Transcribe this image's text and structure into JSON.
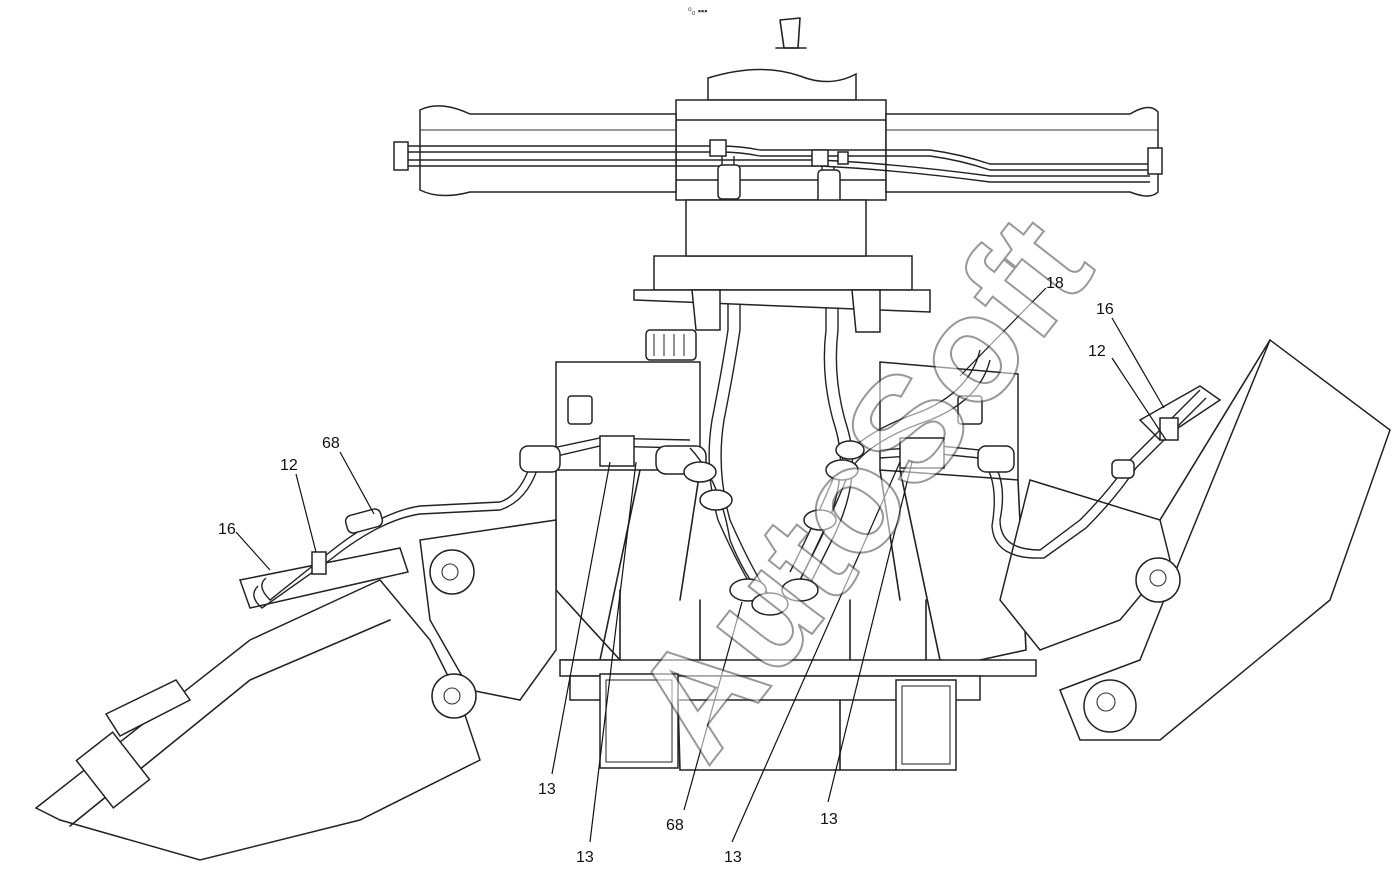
{
  "diagram": {
    "top_mark": "⁰₀ ▪▪▪",
    "watermark": "AutoSoft",
    "callouts": [
      {
        "id": "c-18",
        "label": "18"
      },
      {
        "id": "c-16-right",
        "label": "16"
      },
      {
        "id": "c-12-right",
        "label": "12"
      },
      {
        "id": "c-12-left",
        "label": "12"
      },
      {
        "id": "c-68-upper",
        "label": "68"
      },
      {
        "id": "c-16-left",
        "label": "16"
      },
      {
        "id": "c-13-a",
        "label": "13"
      },
      {
        "id": "c-13-b",
        "label": "13"
      },
      {
        "id": "c-68-lower",
        "label": "68"
      },
      {
        "id": "c-13-c",
        "label": "13"
      },
      {
        "id": "c-13-d",
        "label": "13"
      }
    ]
  }
}
